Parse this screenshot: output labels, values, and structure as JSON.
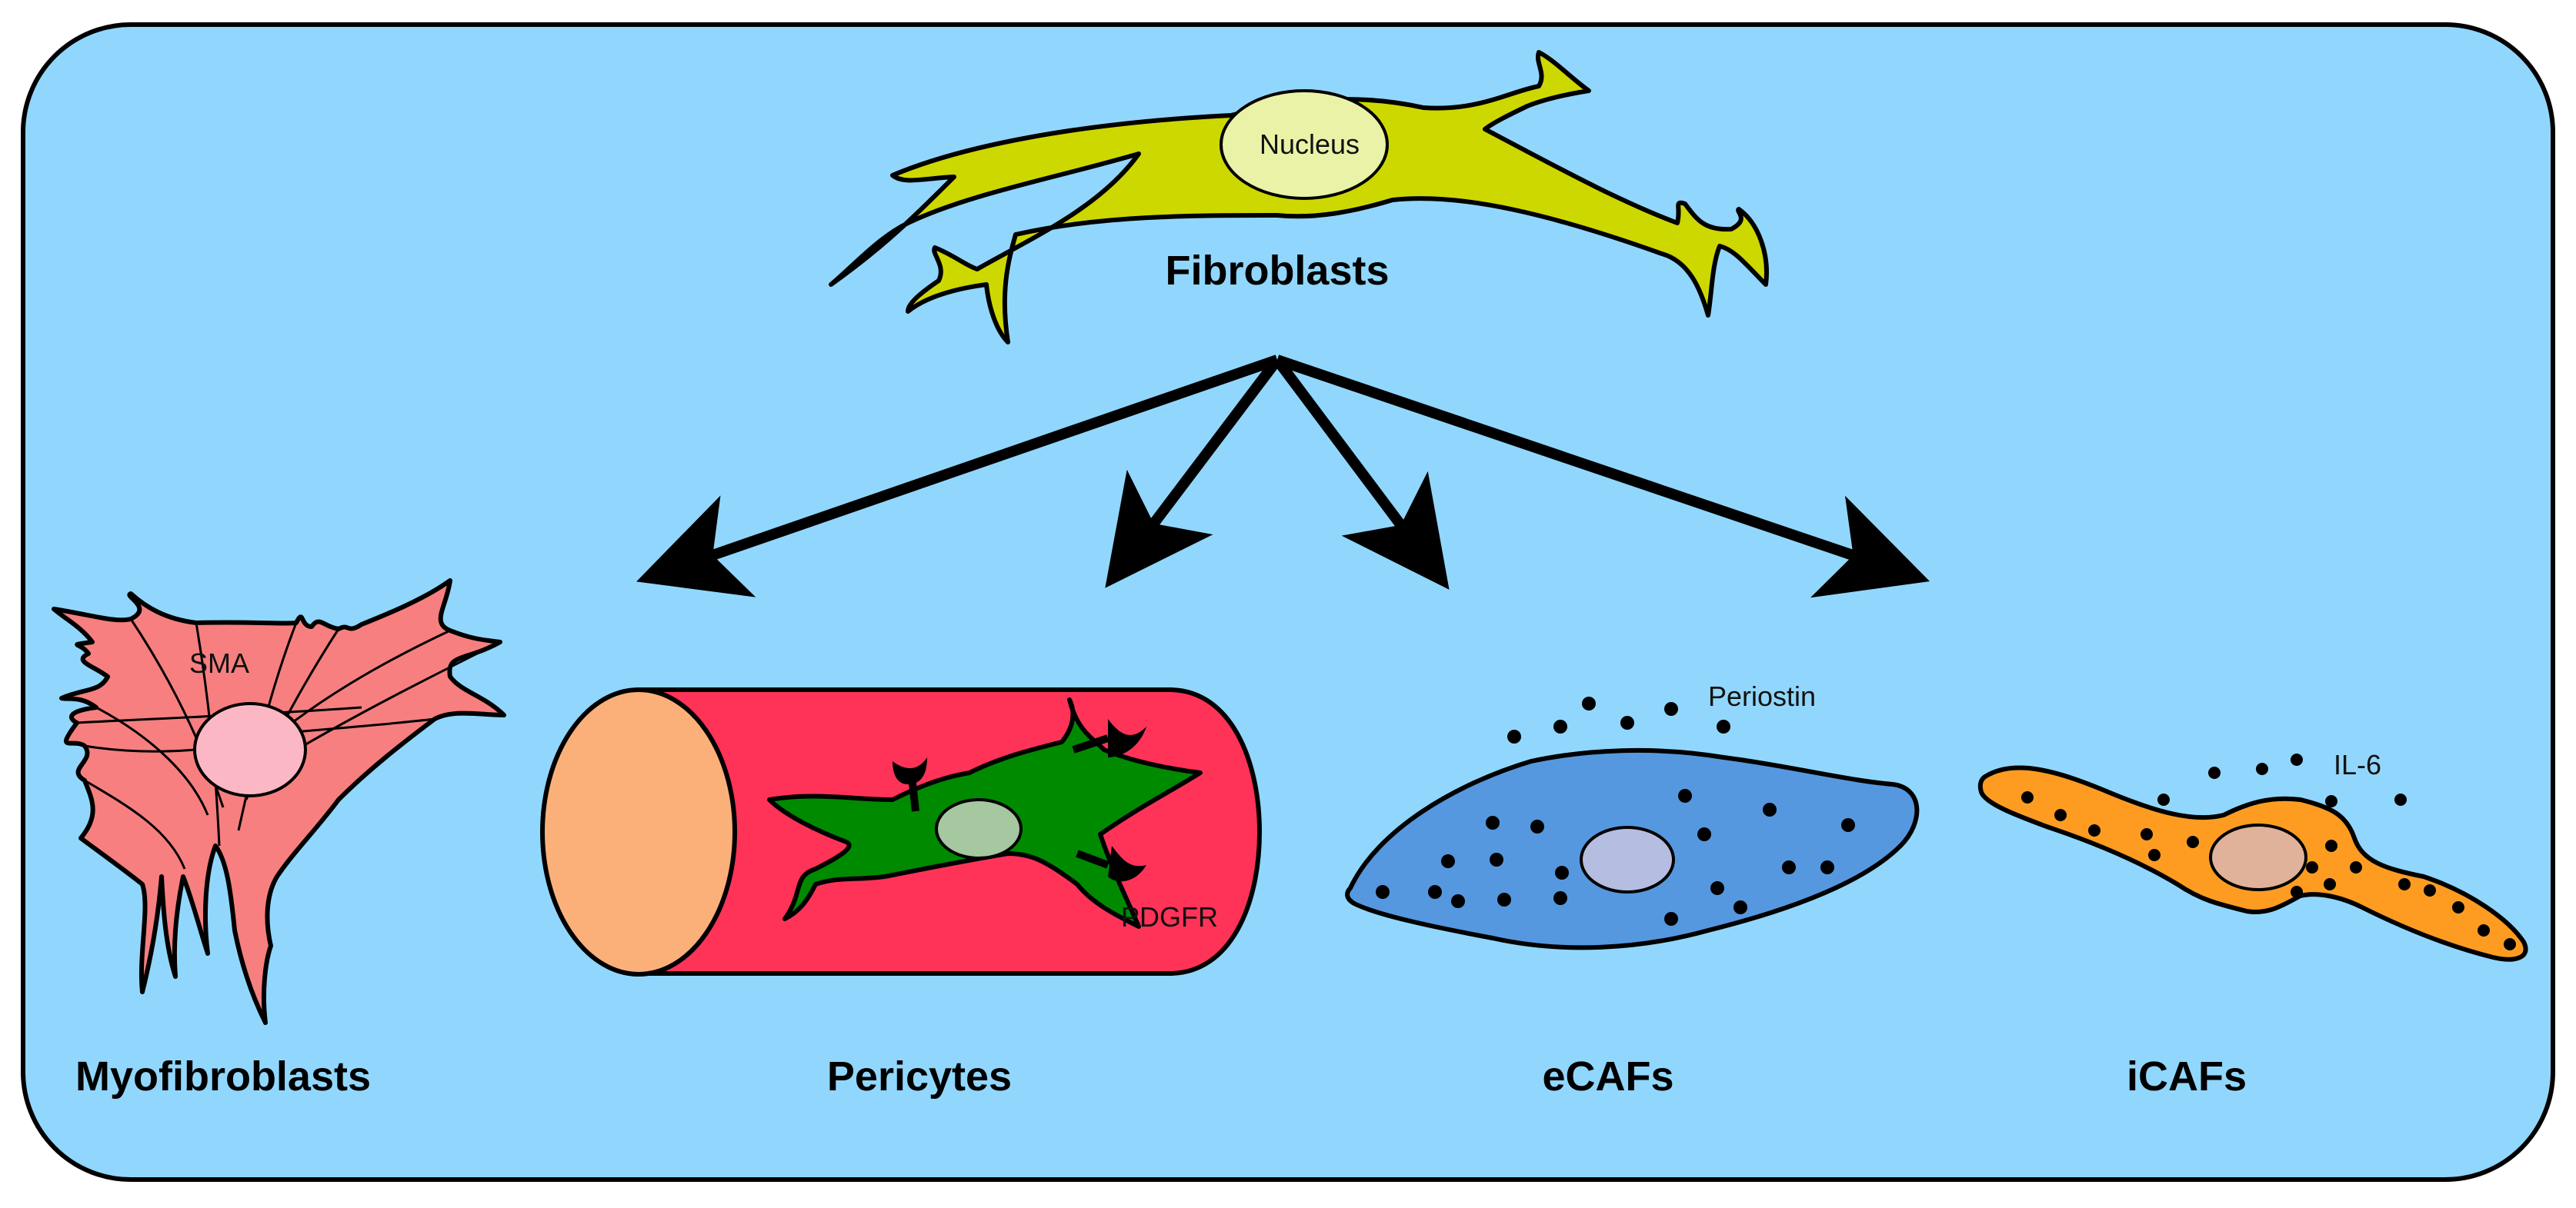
{
  "diagram": {
    "source": {
      "title": "Fibroblasts",
      "nucleus_label": "Nucleus",
      "color": "#cdd800"
    },
    "targets": [
      {
        "id": "myofibroblasts",
        "title": "Myofibroblasts",
        "marker": "SMA",
        "color": "#f77f7f"
      },
      {
        "id": "pericytes",
        "title": "Pericytes",
        "marker": "PDGFR",
        "color": "#008a00",
        "vessel_color": "#ff3358",
        "vessel_end_color": "#fbb07a"
      },
      {
        "id": "ecafs",
        "title": "eCAFs",
        "marker": "Periostin",
        "color": "#5598df"
      },
      {
        "id": "icafs",
        "title": "iCAFs",
        "marker": "IL-6",
        "color": "#fe9c22"
      }
    ],
    "background_color": "#91d7fd"
  }
}
